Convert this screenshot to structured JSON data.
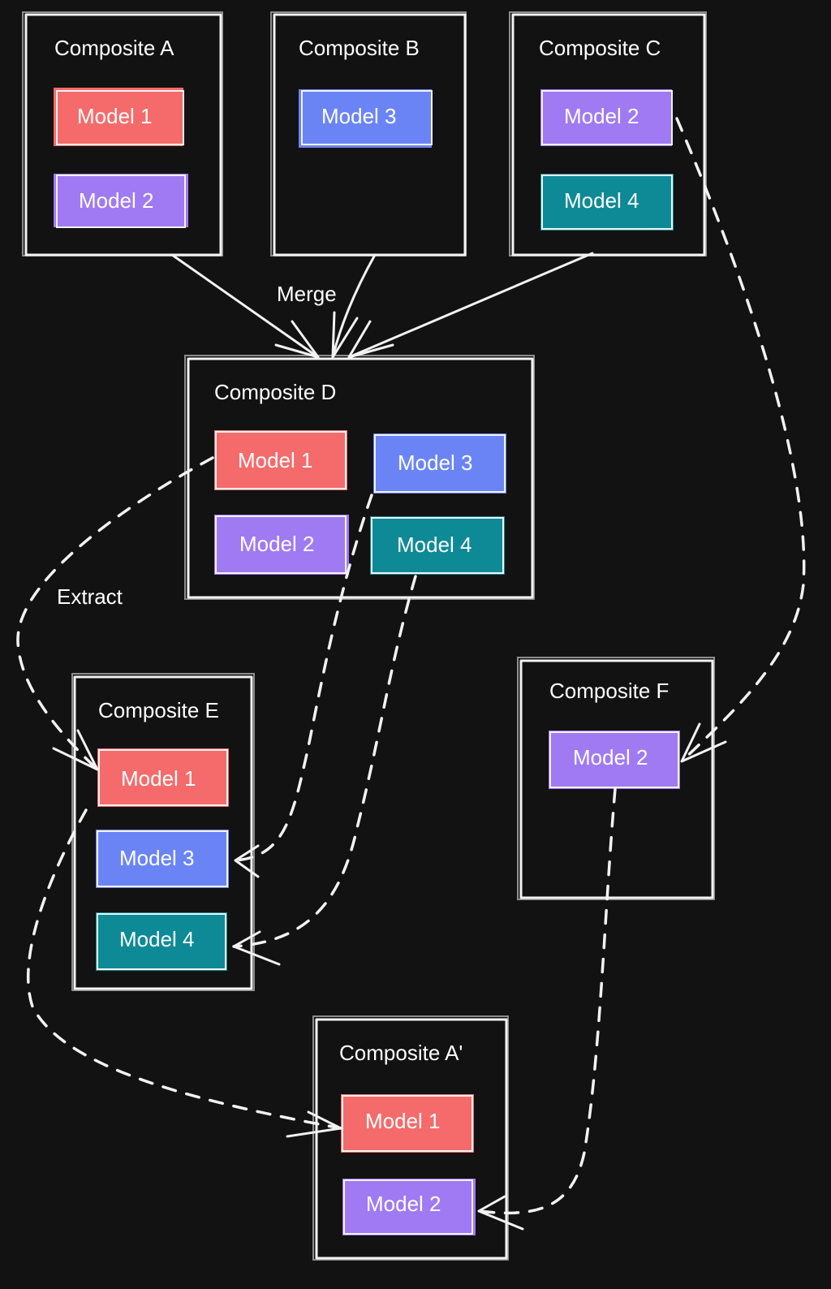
{
  "colors": {
    "background": "#121212",
    "model_1": "#f56b6b",
    "model_2": "#a07af2",
    "model_3": "#6b84f5",
    "model_4": "#0e8a96",
    "stroke": "#f2f2f2"
  },
  "composites": {
    "a": {
      "title": "Composite A",
      "models": [
        "Model 1",
        "Model 2"
      ]
    },
    "b": {
      "title": "Composite B",
      "models": [
        "Model 3"
      ]
    },
    "c": {
      "title": "Composite C",
      "models": [
        "Model 2",
        "Model 4"
      ]
    },
    "d": {
      "title": "Composite D",
      "models": [
        "Model 1",
        "Model 3",
        "Model 2",
        "Model 4"
      ]
    },
    "e": {
      "title": "Composite E",
      "models": [
        "Model 1",
        "Model 3",
        "Model 4"
      ]
    },
    "f": {
      "title": "Composite F",
      "models": [
        "Model 2"
      ]
    },
    "a_prime": {
      "title": "Composite A'",
      "models": [
        "Model 1",
        "Model 2"
      ]
    }
  },
  "edges": {
    "merge_label": "Merge",
    "extract_label": "Extract"
  }
}
